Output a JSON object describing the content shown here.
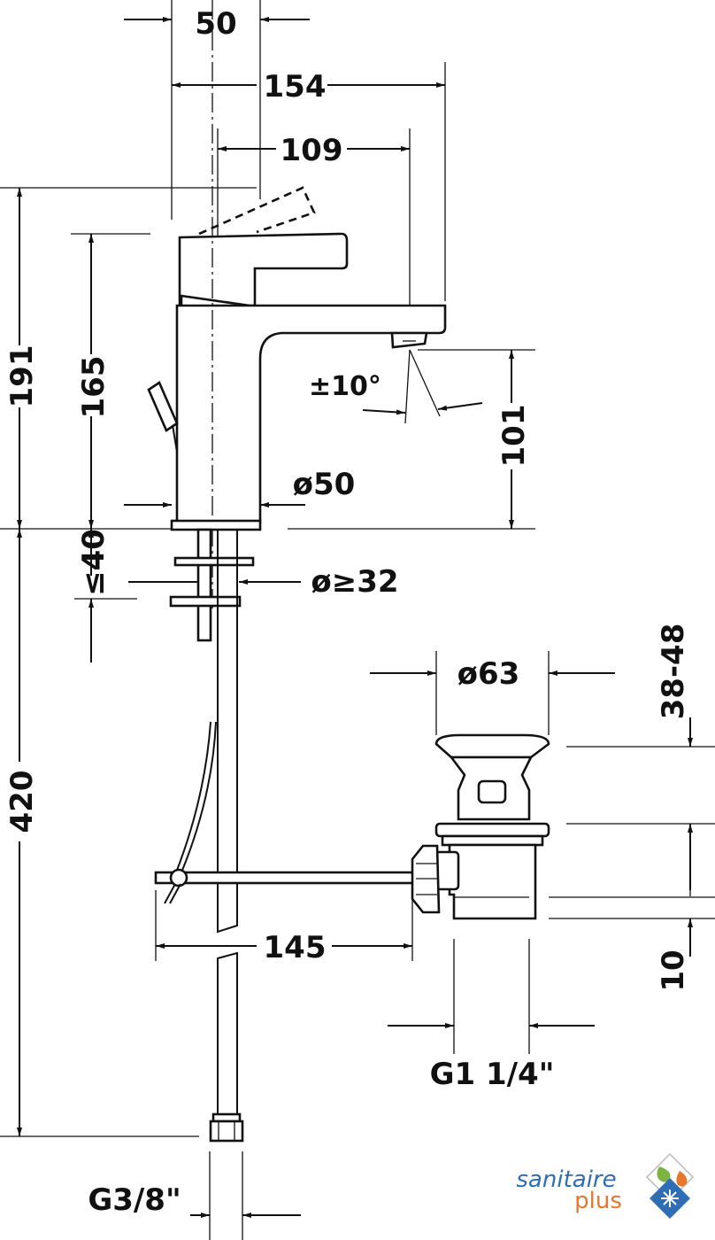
{
  "dimensions": {
    "d50_top": "50",
    "d154": "154",
    "d109": "109",
    "d191": "191",
    "d165": "165",
    "angle": "±10°",
    "d101": "101",
    "dia50": "ø50",
    "le40": "≤40",
    "dia32": "ø≥32",
    "dia63": "ø63",
    "d38_48": "38-48",
    "d420": "420",
    "d145": "145",
    "d10": "10",
    "g114": "G1 1/4\"",
    "g38": "G3/8\""
  },
  "logo": {
    "line1": "sanitaire",
    "line2": "plus",
    "colors": {
      "blue": "#2f6db5",
      "orange": "#e8772e",
      "green": "#7cb342"
    }
  }
}
